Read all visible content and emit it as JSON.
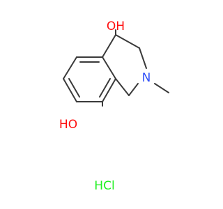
{
  "molecule": {
    "atoms": {
      "oh_top": "OH",
      "oh_bottom": "HO",
      "nitrogen": "N",
      "salt": "HCl"
    },
    "salt_bond": "—"
  },
  "colors": {
    "bond": "#3a3a3a",
    "oxygen": "#ff0d0d",
    "nitrogen": "#3050f8",
    "chlorine": "#1ff01f",
    "hydrogen": "#3a3a3a"
  }
}
